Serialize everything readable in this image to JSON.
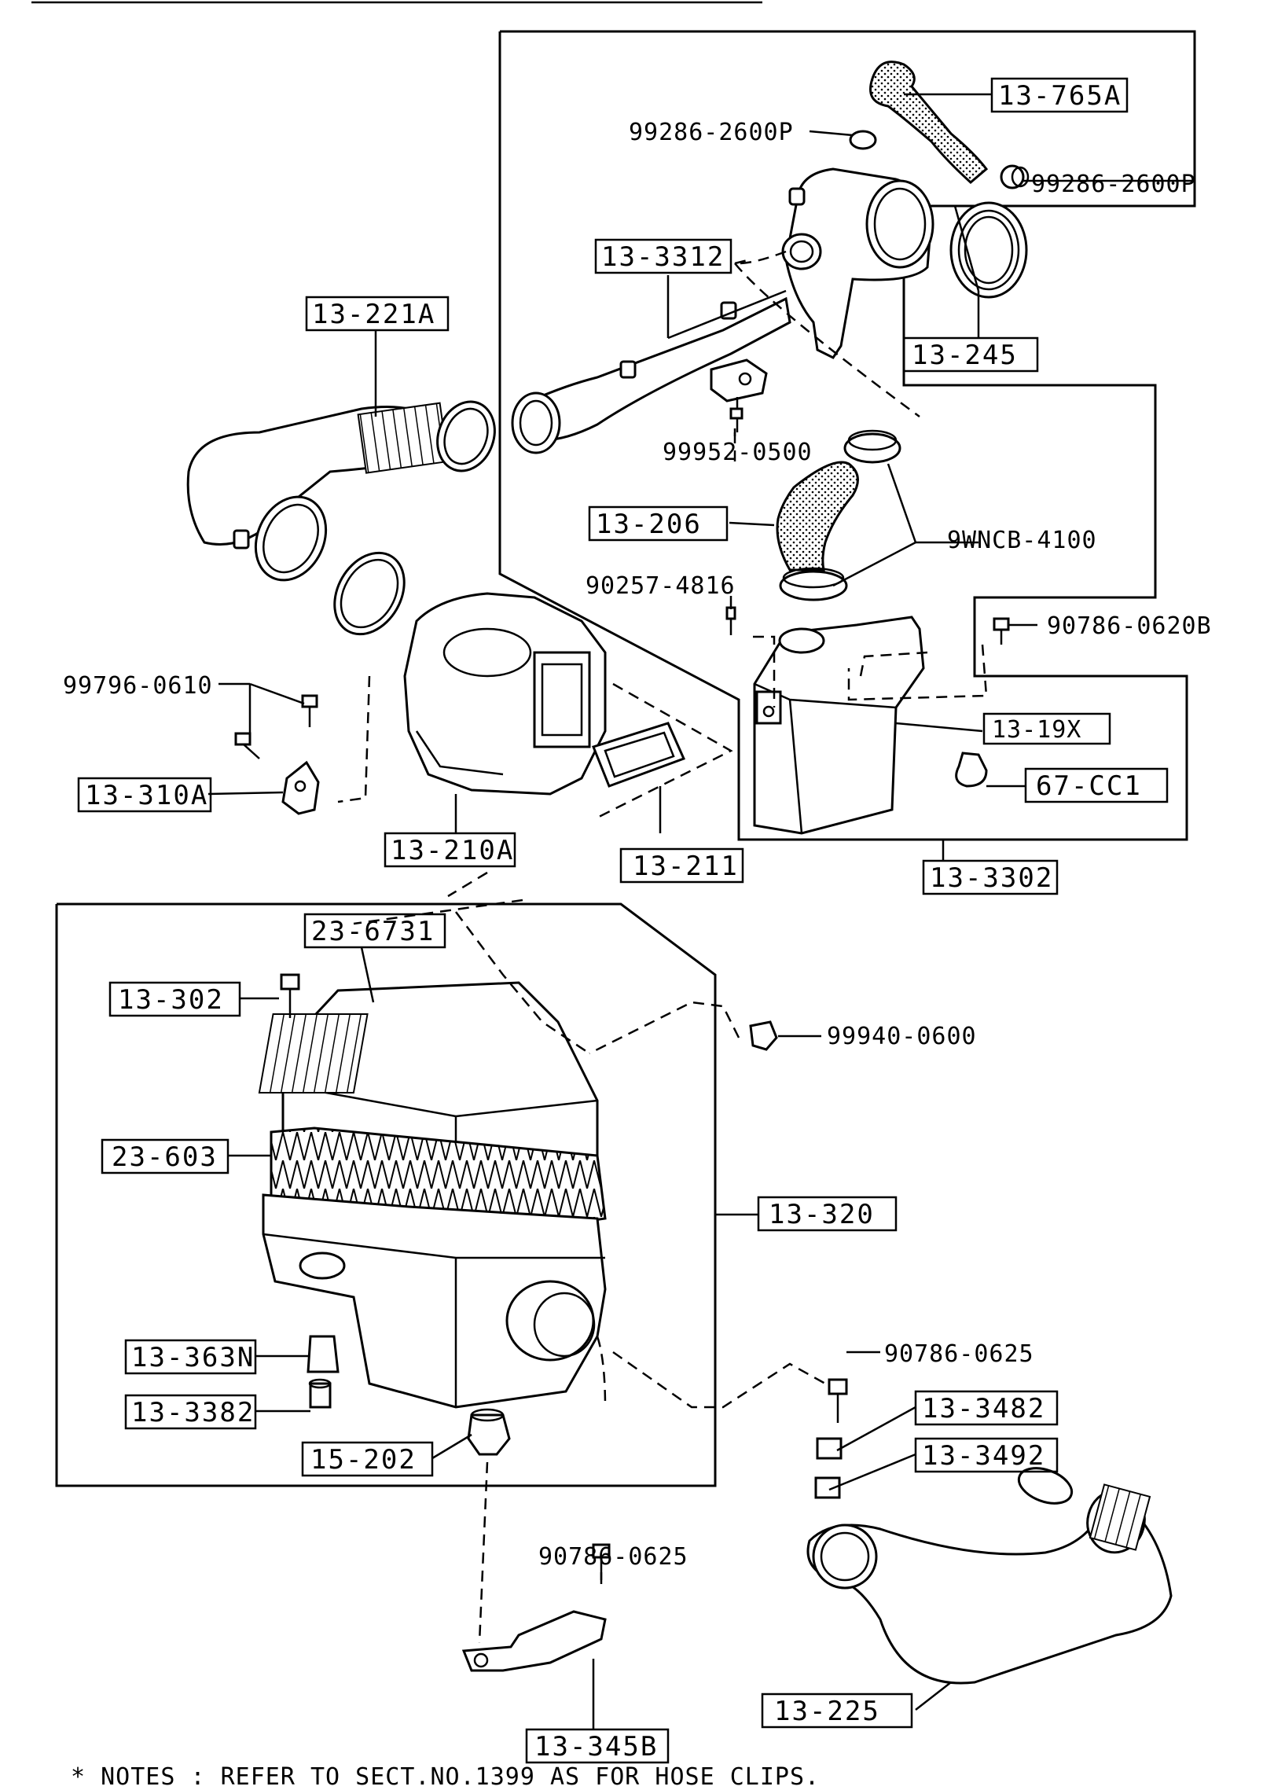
{
  "part_labels": {
    "p_13_765A": "13-765A",
    "p_99286_2600P_a": "99286-2600P",
    "p_99286_2600P_b": "99286-2600P",
    "p_13_3312": "13-3312",
    "p_13_245": "13-245",
    "p_13_221A": "13-221A",
    "p_99952_0500": "99952-0500",
    "p_13_206": "13-206",
    "p_9WNCB_4100": "9WNCB-4100",
    "p_90257_4816": "90257-4816",
    "p_90786_0620B": "90786-0620B",
    "p_99796_0610": "99796-0610",
    "p_13_19X": "13-19X",
    "p_67_CC1": "67-CC1",
    "p_13_310A": "13-310A",
    "p_13_210A": "13-210A",
    "p_13_211": "13-211",
    "p_13_3302": "13-3302",
    "p_23_6731": "23-6731",
    "p_13_302": "13-302",
    "p_99940_0600": "99940-0600",
    "p_23_603": "23-603",
    "p_13_320": "13-320",
    "p_13_363N": "13-363N",
    "p_90786_0625_a": "90786-0625",
    "p_13_3382": "13-3382",
    "p_13_3482": "13-3482",
    "p_15_202": "15-202",
    "p_13_3492": "13-3492",
    "p_90786_0625_b": "90786-0625",
    "p_13_225": "13-225",
    "p_13_345B": "13-345B"
  },
  "notes": "* NOTES : REFER TO SECT.NO.1399 AS FOR HOSE CLIPS."
}
